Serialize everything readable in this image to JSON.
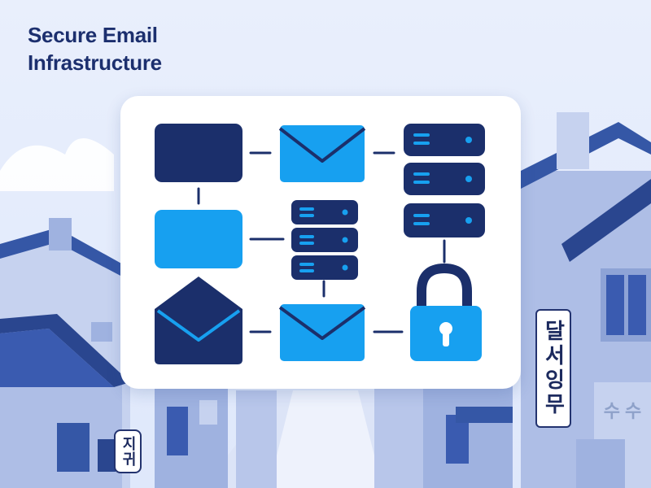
{
  "title": {
    "line1": "Secure Email",
    "line2": "Infrastructure"
  },
  "signs": {
    "vertical": "달서잉무",
    "left": "지귀",
    "right": "수수"
  },
  "colors": {
    "navy": "#1b2f6b",
    "cyan": "#17a0f0",
    "background": "#e8eefb",
    "card": "#ffffff",
    "title": "#1c2f6e",
    "house_light": "#aebee6",
    "house_mid": "#8ea3d6",
    "roof_dark": "#3557a6"
  },
  "icons": {
    "row1": [
      "navy-rectangle-icon",
      "mail-envelope-icon",
      "server-stack-icon"
    ],
    "row2": [
      "cyan-rectangle-icon",
      "server-stack-icon",
      "server-icon"
    ],
    "row3": [
      "open-envelope-icon",
      "mail-envelope-icon",
      "padlock-icon"
    ]
  }
}
